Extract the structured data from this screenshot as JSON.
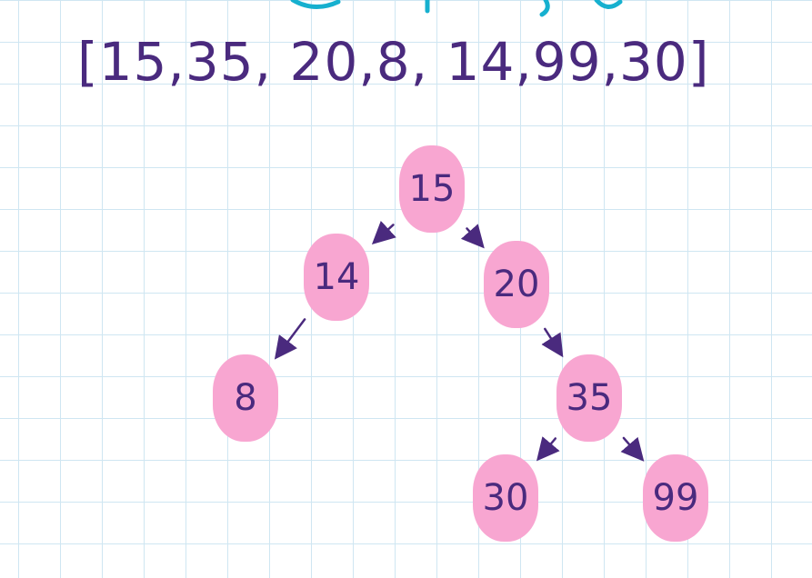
{
  "array_text": "[15,35, 20,8, 14,99,30]",
  "colors": {
    "node_fill": "#f8a6d1",
    "ink": "#4a2a7e",
    "top_ink": "#16b0cf",
    "grid": "#cfe6f2"
  },
  "tree": {
    "nodes": [
      {
        "id": "n15",
        "label": "15"
      },
      {
        "id": "n14",
        "label": "14"
      },
      {
        "id": "n20",
        "label": "20"
      },
      {
        "id": "n8",
        "label": "8"
      },
      {
        "id": "n35",
        "label": "35"
      },
      {
        "id": "n30",
        "label": "30"
      },
      {
        "id": "n99",
        "label": "99"
      }
    ],
    "edges": [
      {
        "from": "n15",
        "to": "n14"
      },
      {
        "from": "n15",
        "to": "n20"
      },
      {
        "from": "n14",
        "to": "n8"
      },
      {
        "from": "n20",
        "to": "n35"
      },
      {
        "from": "n35",
        "to": "n30"
      },
      {
        "from": "n35",
        "to": "n99"
      }
    ]
  }
}
